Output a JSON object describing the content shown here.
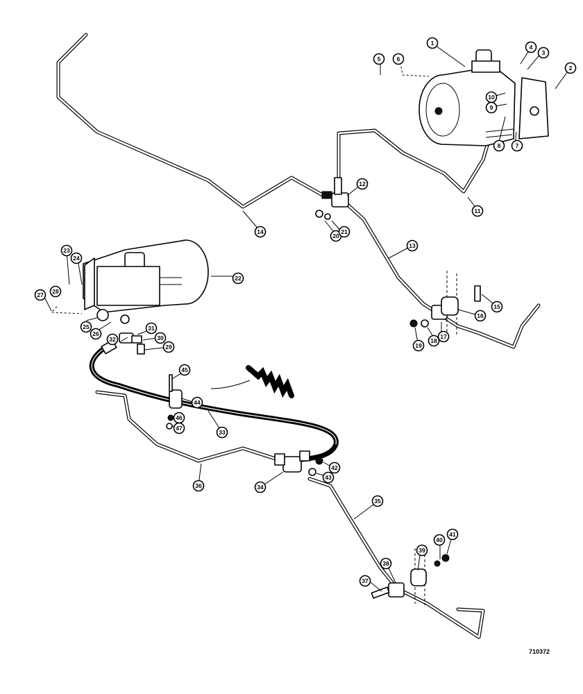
{
  "figure": {
    "reference_number": "710372",
    "callouts": [
      {
        "label": "1"
      },
      {
        "label": "2"
      },
      {
        "label": "3"
      },
      {
        "label": "4"
      },
      {
        "label": "5"
      },
      {
        "label": "6"
      },
      {
        "label": "7"
      },
      {
        "label": "8"
      },
      {
        "label": "9"
      },
      {
        "label": "10"
      },
      {
        "label": "11"
      },
      {
        "label": "12"
      },
      {
        "label": "13"
      },
      {
        "label": "14"
      },
      {
        "label": "15"
      },
      {
        "label": "16"
      },
      {
        "label": "17"
      },
      {
        "label": "18"
      },
      {
        "label": "19"
      },
      {
        "label": "20"
      },
      {
        "label": "21"
      },
      {
        "label": "22"
      },
      {
        "label": "23"
      },
      {
        "label": "24"
      },
      {
        "label": "25"
      },
      {
        "label": "26"
      },
      {
        "label": "27"
      },
      {
        "label": "28"
      },
      {
        "label": "29"
      },
      {
        "label": "30"
      },
      {
        "label": "31"
      },
      {
        "label": "32"
      },
      {
        "label": "33"
      },
      {
        "label": "34"
      },
      {
        "label": "35"
      },
      {
        "label": "36"
      },
      {
        "label": "37"
      },
      {
        "label": "38"
      },
      {
        "label": "39"
      },
      {
        "label": "40"
      },
      {
        "label": "41"
      },
      {
        "label": "42"
      },
      {
        "label": "43"
      },
      {
        "label": "44"
      },
      {
        "label": "45"
      },
      {
        "label": "46"
      },
      {
        "label": "47"
      }
    ]
  }
}
